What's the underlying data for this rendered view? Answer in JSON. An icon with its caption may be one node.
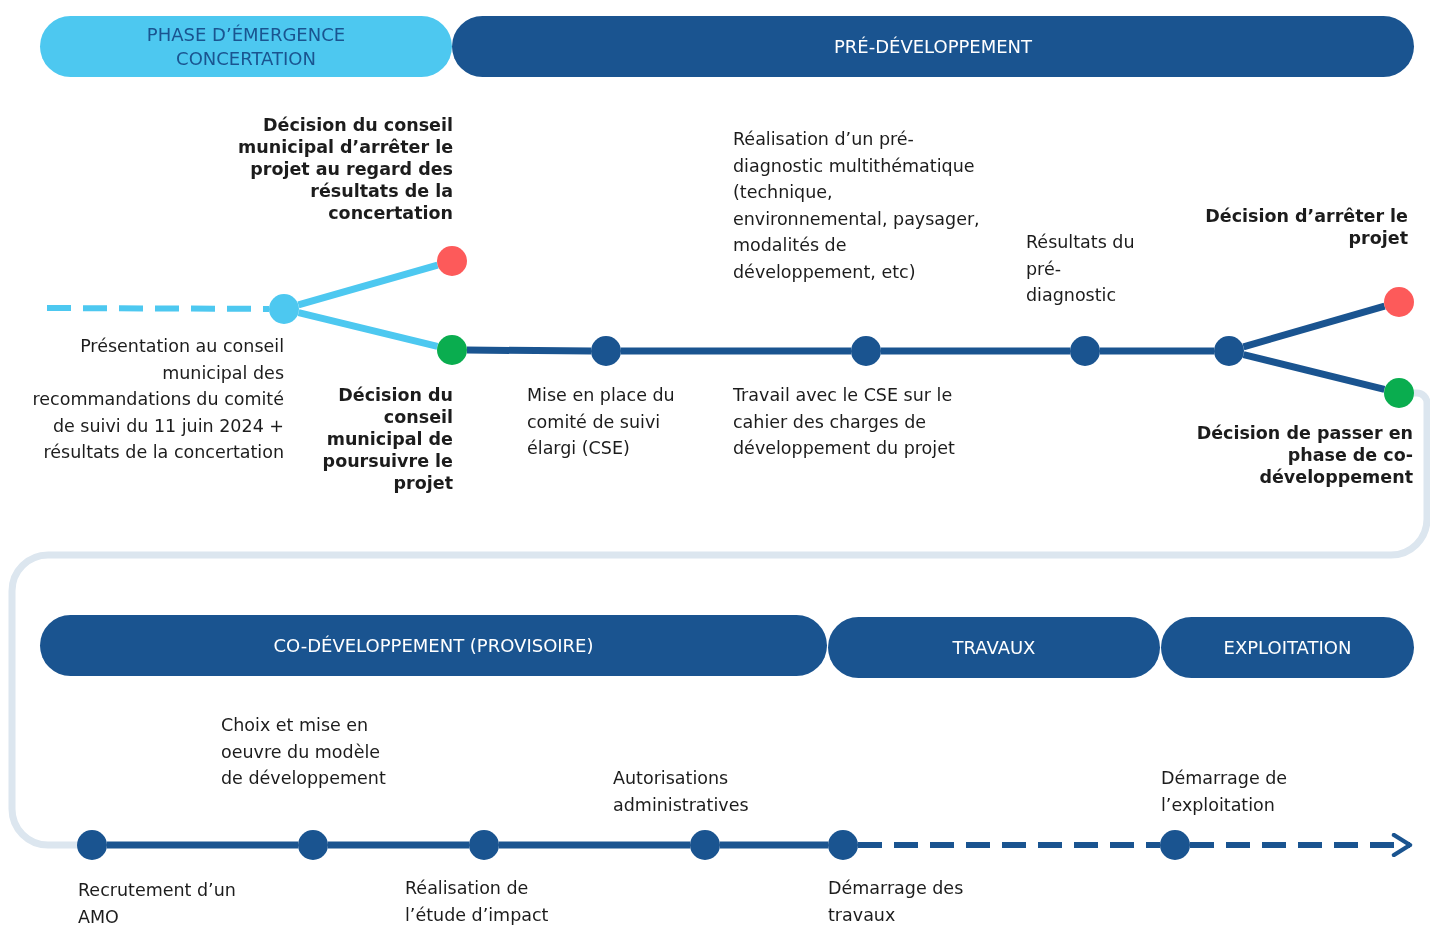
{
  "diagram": {
    "nodes": [
      {
        "text": [
          "PHASE D’ÉMERGENCE CONCERTATION"
        ]
      },
      {
        "text": [
          "PRÉ-DÉVELOPPEMENT"
        ]
      },
      {
        "text": [],
        "shape": "circle",
        "beside": [
          "Présentation au conseil municipal des recommandations du comité de suivi du 11 juin 2024 + résultats de la concertation"
        ]
      },
      {
        "text": [],
        "shape": "circle",
        "beside": [
          "Décision du conseil municipal d’arrêter le projet au regard des résultats de la concertation"
        ]
      },
      {
        "text": [],
        "shape": "circle",
        "beside": [
          "Décision du conseil municipal de poursuivre le projet"
        ]
      },
      {
        "text": [],
        "shape": "circle",
        "beside": [
          "Mise en place du comité de suivi élargi (CSE)"
        ]
      },
      {
        "text": [],
        "shape": "circle",
        "beside": [
          "Réalisation d’un pré-diagnostic multithématique (technique, environnemental, paysager, modalités de développement, etc)",
          "Travail avec le CSE sur le cahier des charges de développement du projet"
        ]
      },
      {
        "text": [],
        "shape": "circle",
        "beside": [
          "Résultats du pré-diagnostic"
        ]
      },
      {
        "text": [],
        "shape": "circle"
      },
      {
        "text": [],
        "shape": "circle",
        "beside": [
          "Décision d’arrêter le projet"
        ]
      },
      {
        "text": [],
        "shape": "circle",
        "beside": [
          "Décision de passer en phase de co-développement"
        ]
      },
      {
        "text": [
          "CO-DÉVELOPPEMENT (PROVISOIRE)"
        ]
      },
      {
        "text": [
          "TRAVAUX"
        ]
      },
      {
        "text": [
          "EXPLOITATION"
        ]
      },
      {
        "text": [],
        "shape": "circle",
        "beside": [
          "Recrutement d’un AMO"
        ]
      },
      {
        "text": [],
        "shape": "circle",
        "beside": [
          "Choix et mise en oeuvre du modèle de développement"
        ]
      },
      {
        "text": [],
        "shape": "circle",
        "beside": [
          "Réalisation de l’étude d’impact"
        ]
      },
      {
        "text": [],
        "shape": "circle",
        "beside": [
          "Autorisations administratives"
        ]
      },
      {
        "text": [],
        "shape": "circle",
        "beside": [
          "Démarrage des travaux"
        ]
      },
      {
        "text": [],
        "shape": "circle",
        "beside": [
          "Démarrage de l’exploitation"
        ]
      }
    ],
    "edges": [
      {
        "from": null,
        "to": 2,
        "arrow": "none",
        "style": "dashed",
        "color": "#4dc8f0"
      },
      {
        "from": 2,
        "to": 3,
        "arrow": "none",
        "color": "#4dc8f0"
      },
      {
        "from": 2,
        "to": 4,
        "arrow": "none",
        "color": "#4dc8f0"
      },
      {
        "from": 4,
        "to": 5,
        "arrow": "none"
      },
      {
        "from": 5,
        "to": 6,
        "arrow": "none"
      },
      {
        "from": 6,
        "to": 7,
        "arrow": "none"
      },
      {
        "from": 7,
        "to": 8,
        "arrow": "none"
      },
      {
        "from": 8,
        "to": 9,
        "arrow": "none"
      },
      {
        "from": 8,
        "to": 10,
        "arrow": "none"
      },
      {
        "from": 10,
        "to": 14,
        "arrow": "none",
        "color": "#dce6ef"
      },
      {
        "from": 14,
        "to": 15,
        "arrow": "none"
      },
      {
        "from": 15,
        "to": 16,
        "arrow": "none"
      },
      {
        "from": 16,
        "to": 17,
        "arrow": "none"
      },
      {
        "from": 17,
        "to": 18,
        "arrow": "none"
      },
      {
        "from": 18,
        "to": 19,
        "arrow": "none",
        "style": "dashed"
      },
      {
        "from": 19,
        "to": null,
        "arrow": "to",
        "style": "dashed"
      }
    ]
  }
}
